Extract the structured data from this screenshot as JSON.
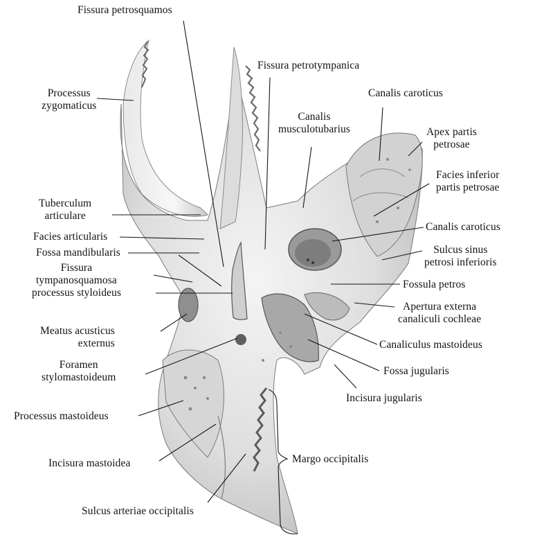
{
  "colors": {
    "background": "#ffffff",
    "bone_light": "#ebebeb",
    "bone_mid": "#c9c9c9",
    "bone_dark": "#8a8a8a",
    "ink": "#111111"
  },
  "labels": {
    "fissura_petrosquamos": "Fissura petrosquamos",
    "fissura_petrotympanica": "Fissura petrotympanica",
    "processus_zygomaticus": [
      "Processus",
      "zygomaticus"
    ],
    "canalis_caroticus_top": "Canalis caroticus",
    "canalis_musculotubarius": [
      "Canalis",
      "musculotubarius"
    ],
    "apex_partis_petrosae": [
      "Apex partis",
      "petrosae"
    ],
    "facies_inferior": [
      "Facies inferior",
      "partis petrosae"
    ],
    "tuberculum_articulare": [
      "Tuberculum",
      "articulare"
    ],
    "facies_articularis": "Facies articularis",
    "fossa_mandibularis": "Fossa mandibularis",
    "canalis_caroticus_mid": "Canalis caroticus",
    "sulcus_sinus": [
      "Sulcus sinus",
      "petrosi inferioris"
    ],
    "fissura_tympanosquamosa": [
      "Fissura",
      "tympanosquamosa"
    ],
    "fossula_petros": "Fossula petros",
    "processus_styloideus": "processus styloideus",
    "apertura_externa": [
      "Apertura externa",
      "canaliculi cochleae"
    ],
    "meatus_acusticus": [
      "Meatus acusticus",
      "externus"
    ],
    "canaliculus_mastoideus": "Canaliculus mastoideus",
    "foramen_stylomastoideum": [
      "Foramen",
      "stylomastoideum"
    ],
    "fossa_jugularis": "Fossa jugularis",
    "incisura_jugularis": "Incisura jugularis",
    "processus_mastoideus": "Processus mastoideus",
    "margo_occipitalis": "Margo occipitalis",
    "incisura_mastoidea": "Incisura mastoidea",
    "sulcus_arteriae": "Sulcus arteriae occipitalis"
  }
}
